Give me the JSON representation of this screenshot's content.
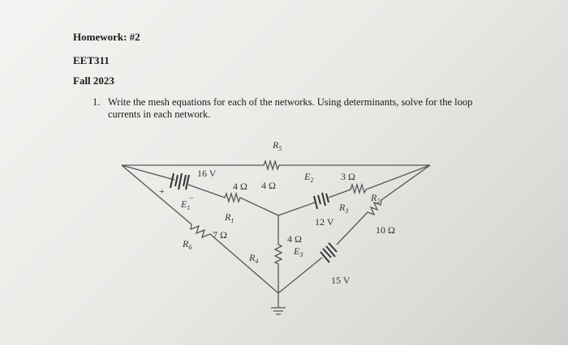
{
  "header": {
    "homework": "Homework: #2",
    "course": "EET311",
    "term": "Fall 2023"
  },
  "question": {
    "number": "1.",
    "line1": "Write the mesh equations for each of the networks. Using determinants, solve for the loop",
    "line2": "currents in each network."
  },
  "circuit": {
    "R5": "R",
    "R5_sub": "5",
    "R5_value": "4 Ω",
    "E1_value": "16 V",
    "E1": "E",
    "E1_sub": "1",
    "R1": "R",
    "R1_sub": "1",
    "R1_value": "4 Ω",
    "R6": "R",
    "R6_sub": "6",
    "R6_value": "7 Ω",
    "E2": "E",
    "E2_sub": "2",
    "E2_value": "12 V",
    "R2": "R",
    "R2_sub": "2",
    "R2_value": "3 Ω",
    "R3": "R",
    "R3_sub": "3",
    "R3_value": "10 Ω",
    "R4": "R",
    "R4_sub": "4",
    "R4_value": "4 Ω",
    "E3": "E",
    "E3_sub": "3",
    "E3_value": "15 V",
    "plus": "+",
    "minus": "−"
  }
}
